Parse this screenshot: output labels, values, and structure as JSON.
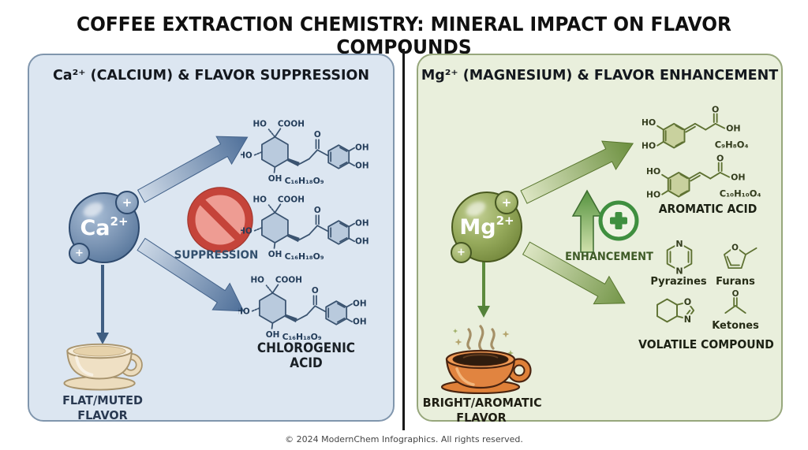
{
  "title": "COFFEE EXTRACTION CHEMISTRY: MINERAL IMPACT ON FLAVOR COMPOUNDS",
  "footer": "© 2024 ModernChem Infographics. All rights reserved.",
  "left": {
    "header": "Ca²⁺ (CALCIUM) & FLAVOR SUPPRESSION",
    "ion_symbol": "Ca",
    "ion_charge": "2+",
    "plus": "+",
    "suppression": "SUPPRESSION",
    "formula": "C₁₆H₁₈O₉",
    "molecule_label": "CHLOROGENIC ACID",
    "flavor1": "FLAT/MUTED",
    "flavor2": "FLAVOR"
  },
  "right": {
    "header": "Mg²⁺ (MAGNESIUM) & FLAVOR ENHANCEMENT",
    "ion_symbol": "Mg",
    "ion_charge": "2+",
    "plus": "+",
    "enhancement": "ENHANCEMENT",
    "formula_caffeic": "C₉H₈O₄",
    "formula_dihydro": "C₁₀H₁₀O₄",
    "aromatic_label": "AROMATIC ACID",
    "pyrazines": "Pyrazines",
    "furans": "Furans",
    "ketones": "Ketones",
    "volatile_label": "VOLATILE COMPOUND",
    "flavor1": "BRIGHT/AROMATIC",
    "flavor2": "FLAVOR"
  },
  "atoms": {
    "HO": "HO",
    "OH": "OH",
    "COOH": "COOH",
    "O": "O",
    "N": "N"
  },
  "colors": {
    "left_bg": "#dce6f1",
    "left_border": "#8096ad",
    "right_bg": "#e9efdc",
    "right_border": "#97a77c",
    "ca_blue": "#7e97b6",
    "mg_green": "#96aa5c",
    "arrow_blue": "#4e6f99",
    "arrow_green": "#6b8f3e",
    "prohibit_red": "#c5443a",
    "enhance_green": "#3f8f3f"
  }
}
